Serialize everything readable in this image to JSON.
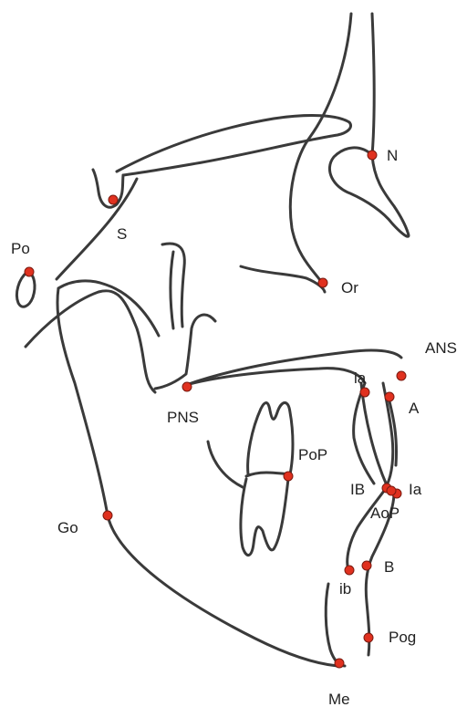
{
  "diagram": {
    "colors": {
      "stroke": "#3a3a3a",
      "landmark": "#e0311f"
    },
    "landmarks": [
      {
        "id": "S",
        "label": "S"
      },
      {
        "id": "N",
        "label": "N"
      },
      {
        "id": "Po",
        "label": "Po"
      },
      {
        "id": "Or",
        "label": "Or"
      },
      {
        "id": "ANS",
        "label": "ANS"
      },
      {
        "id": "ia",
        "label": "ia"
      },
      {
        "id": "A",
        "label": "A"
      },
      {
        "id": "PNS",
        "label": "PNS"
      },
      {
        "id": "PoP",
        "label": "PoP"
      },
      {
        "id": "IB",
        "label": "IB"
      },
      {
        "id": "Ia",
        "label": "Ia"
      },
      {
        "id": "AoP",
        "label": "AoP"
      },
      {
        "id": "Go",
        "label": "Go"
      },
      {
        "id": "B",
        "label": "B"
      },
      {
        "id": "ib",
        "label": "ib"
      },
      {
        "id": "Pog",
        "label": "Pog"
      },
      {
        "id": "Me",
        "label": "Me"
      }
    ]
  }
}
